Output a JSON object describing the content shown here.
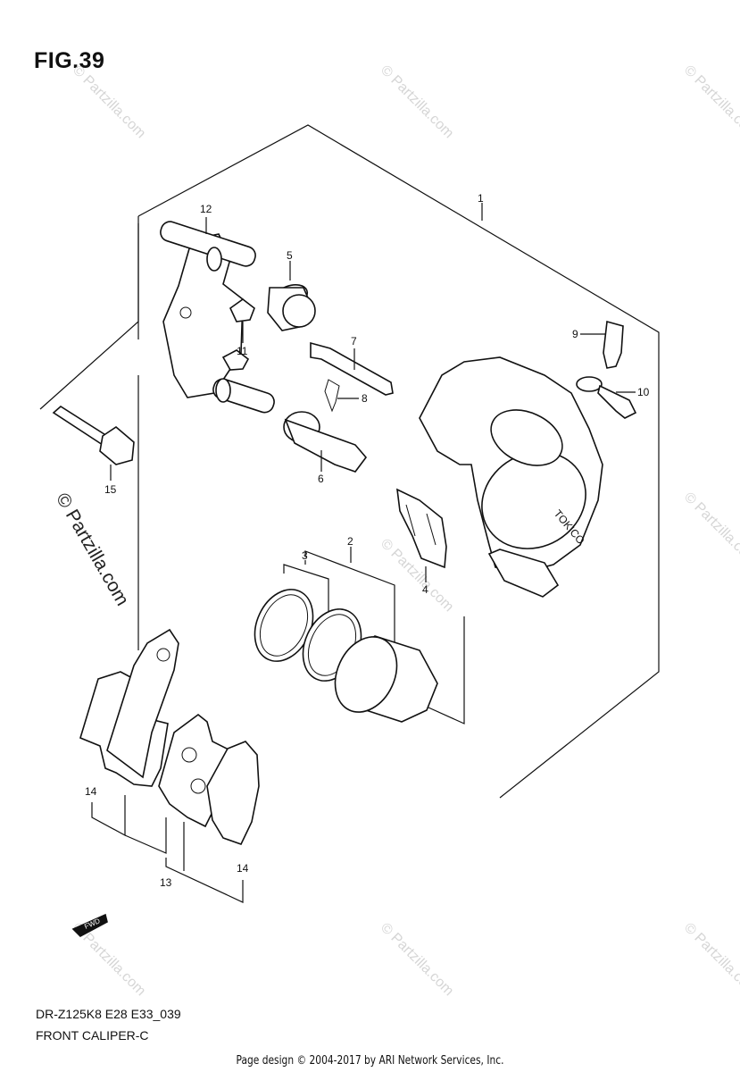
{
  "figure": {
    "title": "FIG.39",
    "model_code": "DR-Z125K8 E28 E33_039",
    "section_name": "FRONT CALIPER-C"
  },
  "watermark": {
    "text": "© Partzilla.com",
    "color": "#d6d6d6"
  },
  "callouts": [
    "1",
    "2",
    "3",
    "4",
    "5",
    "6",
    "7",
    "8",
    "9",
    "10",
    "11",
    "12",
    "13",
    "14",
    "14",
    "15"
  ],
  "caliper_brand": "TOKICO",
  "fwd_label": "FWD",
  "credit": "Page design © 2004-2017 by ARI Network Services, Inc."
}
